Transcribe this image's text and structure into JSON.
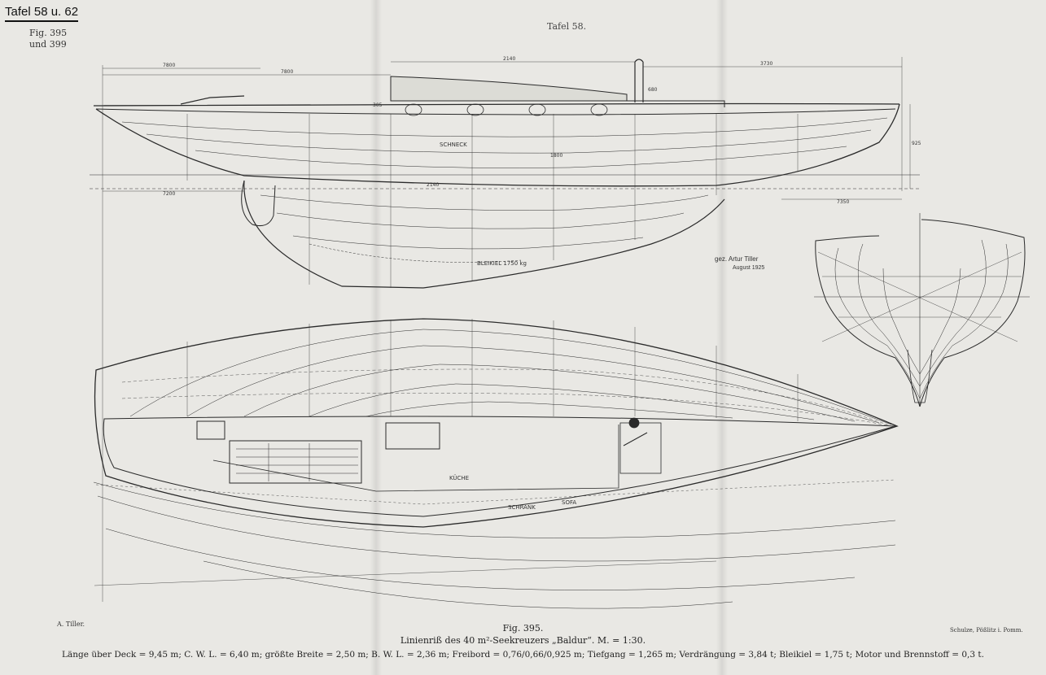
{
  "corner_label": "Tafel 58 u. 62",
  "figure_refs": [
    "Fig. 395",
    "und 399"
  ],
  "plate_title": "Tafel 58.",
  "signature": "gez. Artur Tiller",
  "signature_date": "August 1925",
  "author": "A. Tiller.",
  "printer": "Schulze, Pößlitz i. Pomm.",
  "fig_caption": "Fig. 395.",
  "caption_title": "Linienriß des 40 m²-Seekreuzers „Baldur“.  M. = 1:30.",
  "specs": "Länge über Deck = 9,45 m; C. W. L. = 6,40 m; größte Breite = 2,50 m; B. W. L. = 2,36 m; Freibord = 0,76/0,66/0,925 m; Tiefgang = 1,265 m; Verdrängung = 3,84 t; Bleikiel = 1,75 t; Motor und Brennstoff = 0,3 t.",
  "dimensions": {
    "d1": "7800",
    "d2": "7800",
    "d3": "2140",
    "d4": "3730",
    "d5": "680",
    "d6": "925",
    "d7": "7350",
    "d8": "7200",
    "d9": "1800",
    "d10": "305",
    "d11": "2140"
  },
  "interior_labels": {
    "kuche": "KÜCHE",
    "sofa": "SOFA",
    "schrank": "SCHRANK",
    "bleikiel": "BLEIKIEL 1750 kg",
    "bucht": "SCHNECK"
  },
  "colors": {
    "paper": "#e9e8e4",
    "ink": "#2a2a2a",
    "deck": "#dcdcd6"
  }
}
